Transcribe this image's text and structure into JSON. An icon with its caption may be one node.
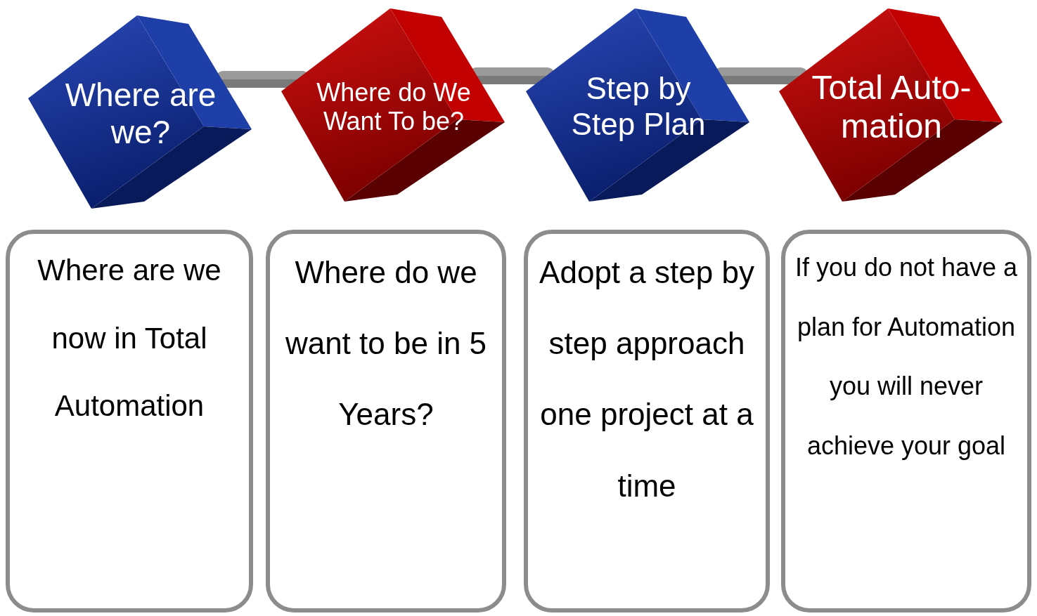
{
  "diagram": {
    "nodes": [
      {
        "text": [
          "Where are we?"
        ]
      },
      {
        "text": [
          "Where do We Want To be?"
        ]
      },
      {
        "text": [
          "Step by Step Plan"
        ]
      },
      {
        "text": [
          "Total Auto- mation"
        ]
      },
      {
        "text": [
          "Where are we now in Total Automation"
        ]
      },
      {
        "text": [
          "Where do we want to be in 5 Years?"
        ]
      },
      {
        "text": [
          "Adopt a step by step approach one project at a time"
        ]
      },
      {
        "text": [
          "If you do not have a plan for Automation you will never achieve your goal"
        ]
      }
    ],
    "edges": [
      {
        "from": 0,
        "to": 1,
        "arrow": "none",
        "style": "thick"
      },
      {
        "from": 1,
        "to": 2,
        "arrow": "none",
        "style": "thick"
      },
      {
        "from": 2,
        "to": 3,
        "arrow": "none",
        "style": "thick"
      }
    ]
  }
}
